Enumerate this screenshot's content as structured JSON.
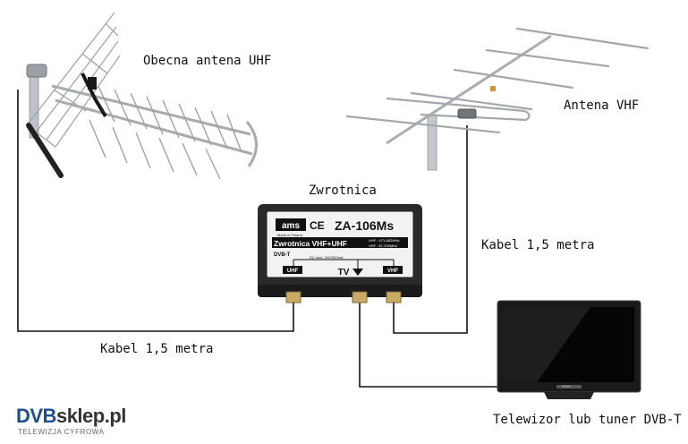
{
  "labels": {
    "uhf_antenna": "Obecna antena UHF",
    "vhf_antenna": "Antena VHF",
    "diplexer": "Zwrotnica",
    "cable_left": "Kabel 1,5 metra",
    "cable_right": "Kabel 1,5 metra",
    "tv": "Telewizor lub tuner DVB-T"
  },
  "device": {
    "brand": "ams",
    "ce": "CE",
    "model": "ZA-106Ms",
    "made_in": "Made in Poland",
    "name": "Zwrotnica VHF+UHF",
    "standard": "DVB-T",
    "uhf_range": "UHF : 471-862MHz",
    "vhf_range": "VHF : 87-230MHz",
    "dc_pass": "DC max. 24V/300mA",
    "port_uhf": "UHF",
    "port_tv": "TV",
    "port_vhf": "VHF"
  },
  "tv_brand": "SONY",
  "logo": {
    "dvb": "DVB",
    "sklep": "sklep.pl",
    "tagline": "TELEWIZJA CYFROWA"
  },
  "colors": {
    "cable": "#111111",
    "device_body": "#2a2a2a",
    "label_plate": "#f2f2f2",
    "logo_blue": "#1d4f8f"
  }
}
